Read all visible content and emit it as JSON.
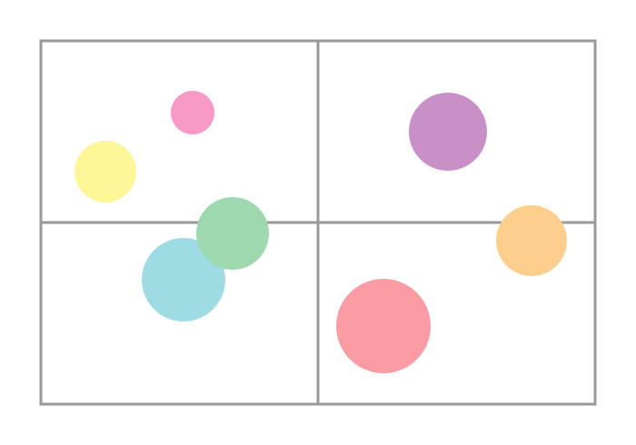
{
  "diagram": {
    "grid": {
      "rows": 2,
      "cols": 2,
      "line_color": "#999999"
    },
    "circles": [
      {
        "name": "pink-circle",
        "color": "#f99ac6"
      },
      {
        "name": "yellow-circle",
        "color": "#fff599"
      },
      {
        "name": "green-circle",
        "color": "#9ed8ae"
      },
      {
        "name": "blue-circle",
        "color": "#9fdbe3"
      },
      {
        "name": "purple-circle",
        "color": "#c990c8"
      },
      {
        "name": "orange-circle",
        "color": "#fecf8c"
      },
      {
        "name": "red-circle",
        "color": "#fb9ca4"
      }
    ]
  }
}
